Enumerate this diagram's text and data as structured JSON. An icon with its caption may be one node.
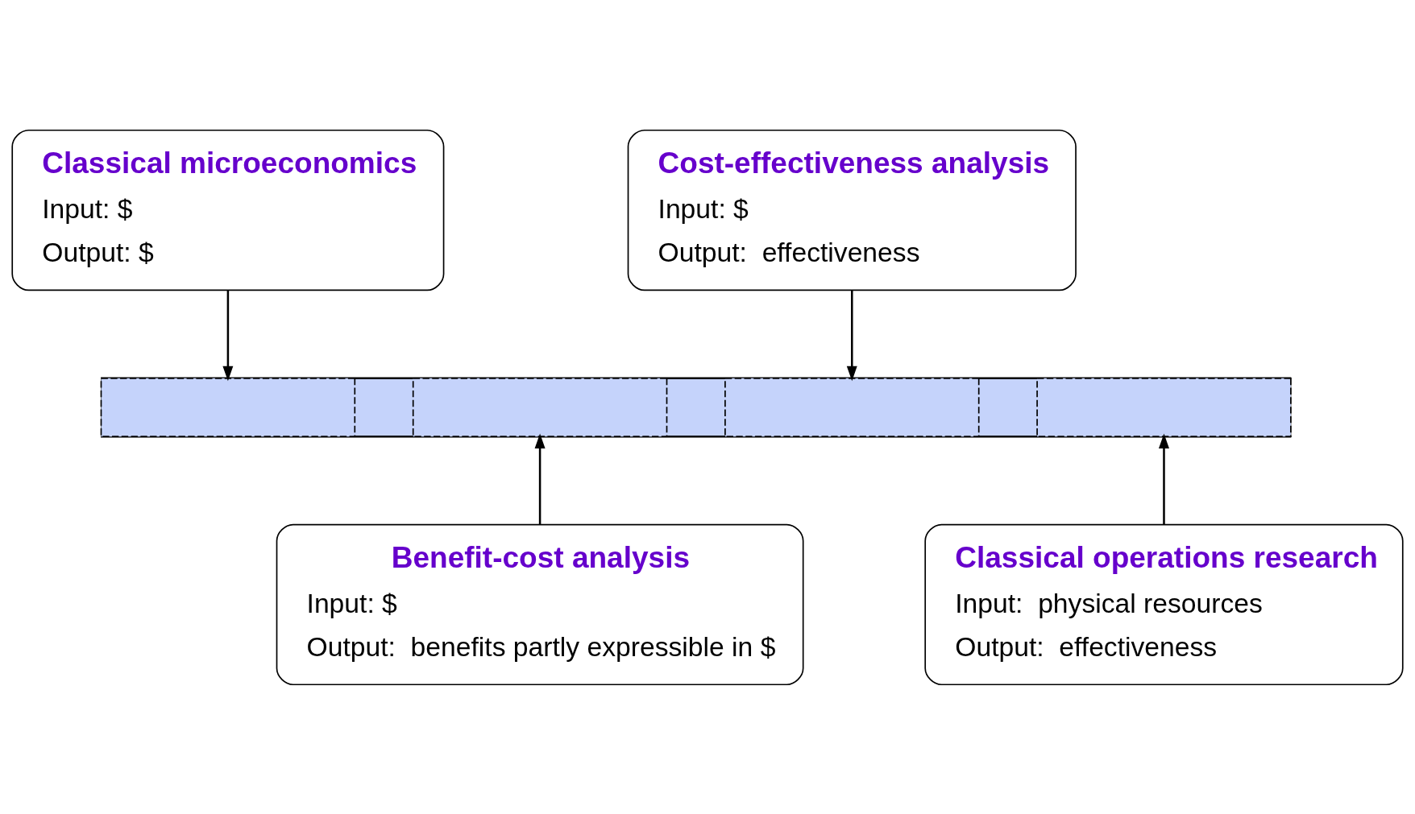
{
  "diagram": {
    "nodes": [
      {
        "text": [
          "Classical microeconomics",
          "Input: $",
          "Output: $"
        ]
      },
      {
        "text": [
          "Cost-effectiveness analysis",
          "Input: $",
          "Output:  effectiveness"
        ]
      },
      {
        "text": [],
        "shape": "bar"
      },
      {
        "text": [],
        "shape": "box",
        "in": 2
      },
      {
        "text": [],
        "shape": "box",
        "in": 2
      },
      {
        "text": [],
        "shape": "box",
        "in": 2
      },
      {
        "text": [],
        "shape": "box",
        "in": 2
      },
      {
        "text": [
          "Benefit-cost analysis",
          "Input: $",
          "Output:  benefits partly expressible in $"
        ]
      },
      {
        "text": [
          "Classical operations research",
          "Input:  physical resources",
          "Output:  effectiveness"
        ]
      }
    ],
    "edges": [
      {
        "from": 0,
        "to": 3,
        "arrow": "to"
      },
      {
        "from": 1,
        "to": 5,
        "arrow": "to"
      },
      {
        "from": 7,
        "to": 4,
        "arrow": "to"
      },
      {
        "from": 8,
        "to": 6,
        "arrow": "to"
      }
    ]
  }
}
